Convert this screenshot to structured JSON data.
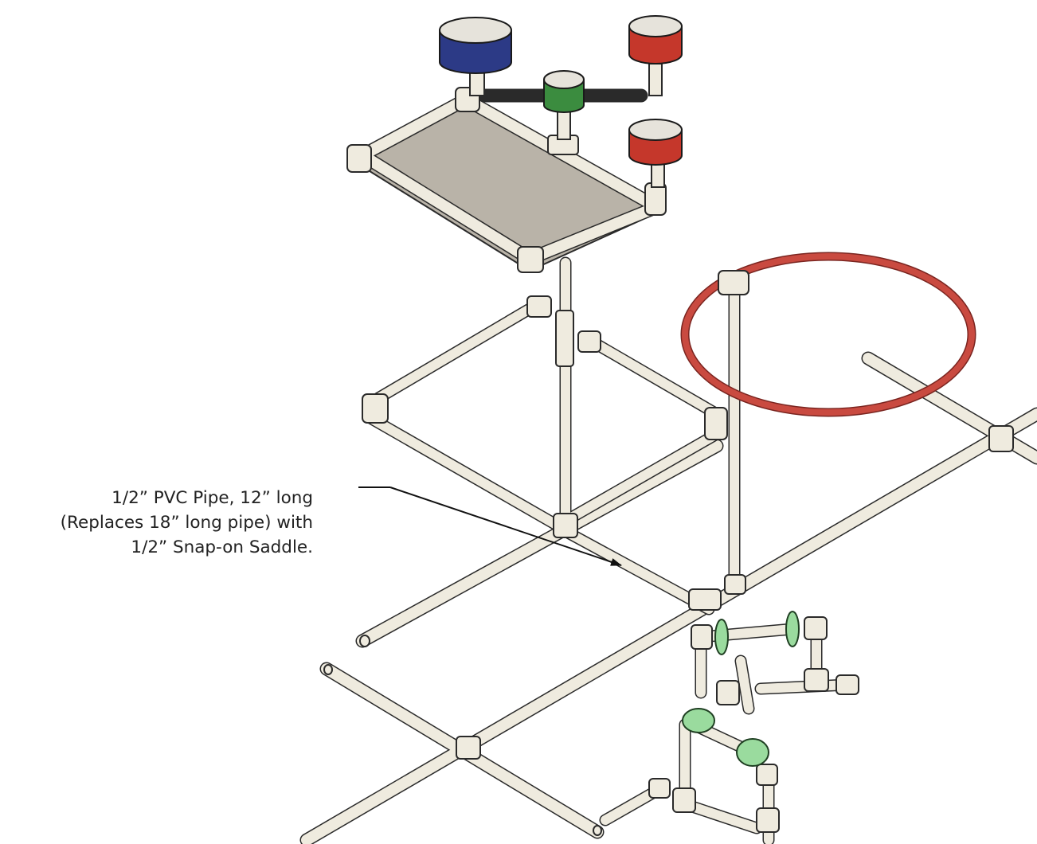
{
  "callout": {
    "line1": "1/2” PVC Pipe, 12” long",
    "line2": "(Replaces 18” long pipe) with",
    "line3": "1/2” Snap-on Saddle."
  },
  "colors": {
    "pipe": "#efebdf",
    "pipe_outline": "#2a2a2a",
    "tray": "#b9b3a8",
    "blue_cup": "#2c3a86",
    "red_cup": "#c5372b",
    "green_cup": "#3b8c3f",
    "hoop": "#c94a40",
    "green_flange": "#9adb9e"
  },
  "icons": {
    "callout_arrow": "arrow-icon"
  }
}
